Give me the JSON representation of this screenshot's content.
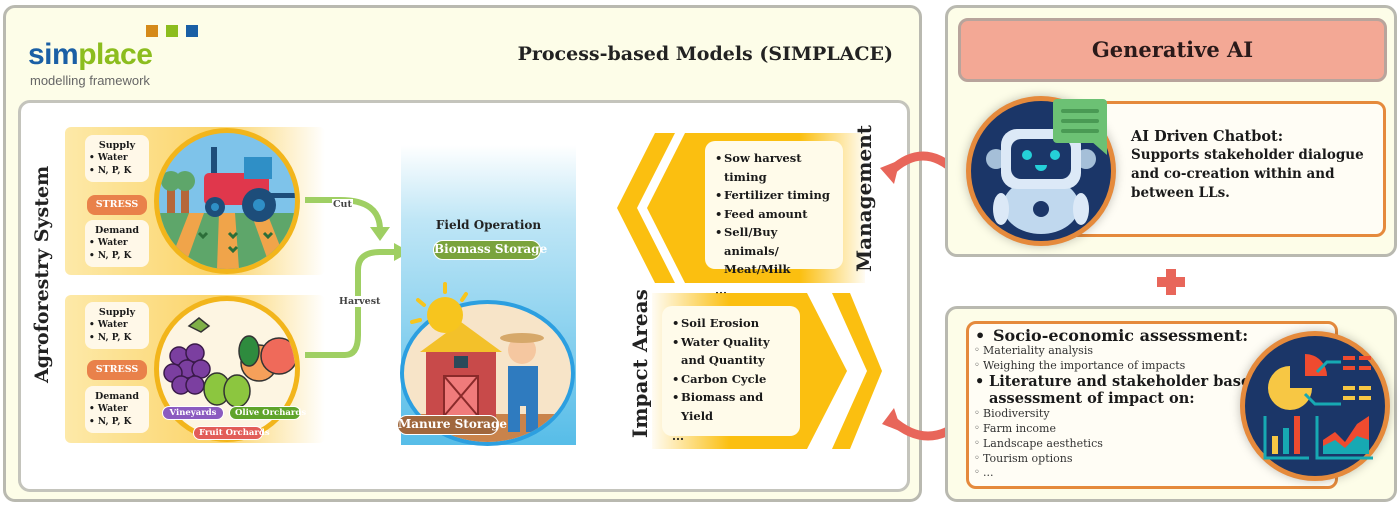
{
  "logo": {
    "word_part1": "sim",
    "word_part2": "place",
    "subtitle": "modelling framework",
    "square_colors": [
      "#d58a1a",
      "#8cbd1e",
      "#1a5fa5"
    ]
  },
  "left_panel": {
    "title": "Process-based Models (SIMPLACE)",
    "agroforestry_label": "Agroforestry System",
    "systems": [
      {
        "name": "tractor-field",
        "supply": {
          "heading": "Supply",
          "items": [
            "Water",
            "N, P, K"
          ]
        },
        "stress": "STRESS",
        "demand": {
          "heading": "Demand",
          "items": [
            "Water",
            "N, P, K"
          ]
        }
      },
      {
        "name": "orchards",
        "supply": {
          "heading": "Supply",
          "items": [
            "Water",
            "N, P, K"
          ]
        },
        "stress": "STRESS",
        "demand": {
          "heading": "Demand",
          "items": [
            "Water",
            "N, P, K"
          ]
        },
        "tags": [
          {
            "label": "Vineyards",
            "color": "#8b5bc0"
          },
          {
            "label": "Olive Orchards",
            "color": "#5fa42a"
          },
          {
            "label": "Fruit Orchards",
            "color": "#e25d58"
          }
        ]
      }
    ],
    "flows": {
      "cut": "Cut",
      "harvest": "Harvest"
    },
    "field_operation": {
      "title": "Field Operation",
      "biomass": "Biomass Storage",
      "manure": "Manure Storage"
    },
    "management": {
      "label": "Management",
      "items": [
        "Sow harvest timing",
        "Fertilizer timing",
        "Feed amount",
        "Sell/Buy animals/ Meat/Milk"
      ],
      "more": "..."
    },
    "impact_areas": {
      "label": "Impact Areas",
      "items": [
        "Soil Erosion",
        "Water Quality and Quantity",
        "Carbon Cycle",
        "Biomass and Yield"
      ],
      "more": "..."
    }
  },
  "ai_panel": {
    "header": "Generative AI",
    "chatbot_title": "AI Driven Chatbot:",
    "chatbot_desc": "Supports stakeholder dialogue and co-creation within and between LLs."
  },
  "assessment_panel": {
    "section1": {
      "title": "Socio-economic assessment:",
      "items": [
        "Materiality analysis",
        "Weighing the importance of impacts"
      ]
    },
    "section2": {
      "title": "Literature and stakeholder based assessment of impact on:",
      "items": [
        "Biodiversity",
        "Farm income",
        "Landscape aesthetics",
        "Tourism options",
        "..."
      ]
    }
  },
  "colors": {
    "accent_orange": "#e58a3c",
    "arrow_red": "#e8665a",
    "yellow": "#fbbf10",
    "green_flow": "#9fcf63",
    "navy": "#1b3668"
  }
}
